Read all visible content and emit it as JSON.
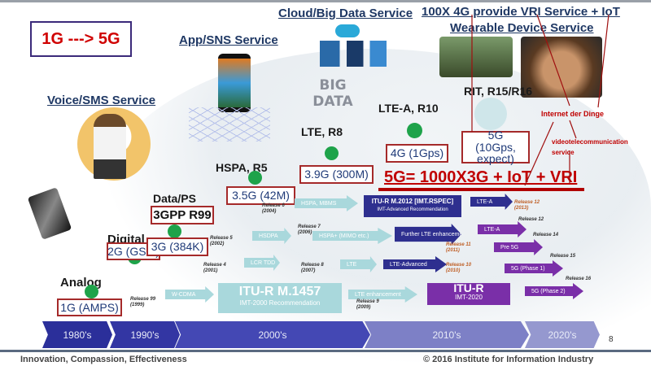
{
  "title_box": "1G ---> 5G",
  "services": {
    "voice": "Voice/SMS Service",
    "app": "App/SNS Service",
    "cloud": "Cloud/Big Data Service",
    "vri_line1": "100X 4G provide VRI Service + IoT",
    "vri_line2": "Wearable Device Service"
  },
  "big_data_logo": "BIG DATA",
  "generations": {
    "analog": "Analog",
    "digital": "Digital",
    "data_ps": "Data/PS",
    "hspa": "HSPA, R5",
    "lte": "LTE, R8",
    "lte_a": "LTE-A, R10",
    "rit": "RIT, R15/R16"
  },
  "boxes": {
    "g1": "1G (AMPS)",
    "g2": "2G (GSM)",
    "g3": "3G (384K)",
    "r99": "3GPP R99",
    "g35": "3.5G (42M)",
    "g39": "3.9G (300M)",
    "g4": "4G (1Gps)",
    "g5": "5G (10Gps, expect)"
  },
  "formula": "5G= 1000X3G + IoT + VRI",
  "annotations": {
    "iot": "Internet der Dinge",
    "video": "videotelecommunication service"
  },
  "arrows": [
    {
      "label": "HSPA, MBMS"
    },
    {
      "label": "HSDPA"
    },
    {
      "label": "HSPA+ (MIMO etc.)"
    },
    {
      "label": "LCR TDD"
    },
    {
      "label": "LTE"
    },
    {
      "label": "W-CDMA"
    },
    {
      "label": "LTE enhancement"
    },
    {
      "label": "LTE-A"
    },
    {
      "label": "Further LTE enhancements"
    },
    {
      "label": "LTE-Advanced"
    },
    {
      "label": "LTE-A"
    },
    {
      "label": "Pre 5G"
    },
    {
      "label": "5G (Phase 1)"
    },
    {
      "label": "5G (Phase 2)"
    }
  ],
  "itu_boxes": {
    "m2012_title": "ITU-R M.2012 [IMT.RSPEC]",
    "m2012_sub": "IMT-Advanced Recommendation",
    "m1457_title": "ITU-R M.1457",
    "m1457_sub": "IMT-2000 Recommendation",
    "imt2020_title": "ITU-R",
    "imt2020_sub": "IMT-2020"
  },
  "releases": [
    {
      "label": "Release 99",
      "year": "(1999)"
    },
    {
      "label": "Release 4",
      "year": "(2001)"
    },
    {
      "label": "Release 5",
      "year": "(2002)"
    },
    {
      "label": "Release 6",
      "year": "(2004)"
    },
    {
      "label": "Release 7",
      "year": "(2006)"
    },
    {
      "label": "Release 8",
      "year": "(2007)"
    },
    {
      "label": "Release 9",
      "year": "(2009)"
    },
    {
      "label": "Release 10",
      "year": "(2010)"
    },
    {
      "label": "Release 11",
      "year": "(2011)"
    },
    {
      "label": "Release 12",
      "year": "(2013)"
    },
    {
      "label": "Release 12",
      "year": ""
    },
    {
      "label": "Release 14",
      "year": ""
    },
    {
      "label": "Release 15",
      "year": ""
    },
    {
      "label": "Release 16",
      "year": ""
    }
  ],
  "timeline": [
    "1980's",
    "1990's",
    "2000's",
    "2010's",
    "2020's"
  ],
  "page_number": "8",
  "footer": {
    "left": "Innovation, Compassion, Effectiveness",
    "right": "© 2016 Institute for Information Industry"
  },
  "colors": {
    "accent_red": "#c00000",
    "navy": "#2e2f8f",
    "purple": "#7a2fa8",
    "teal": "#a9d8dc",
    "green": "#1ea34a"
  }
}
